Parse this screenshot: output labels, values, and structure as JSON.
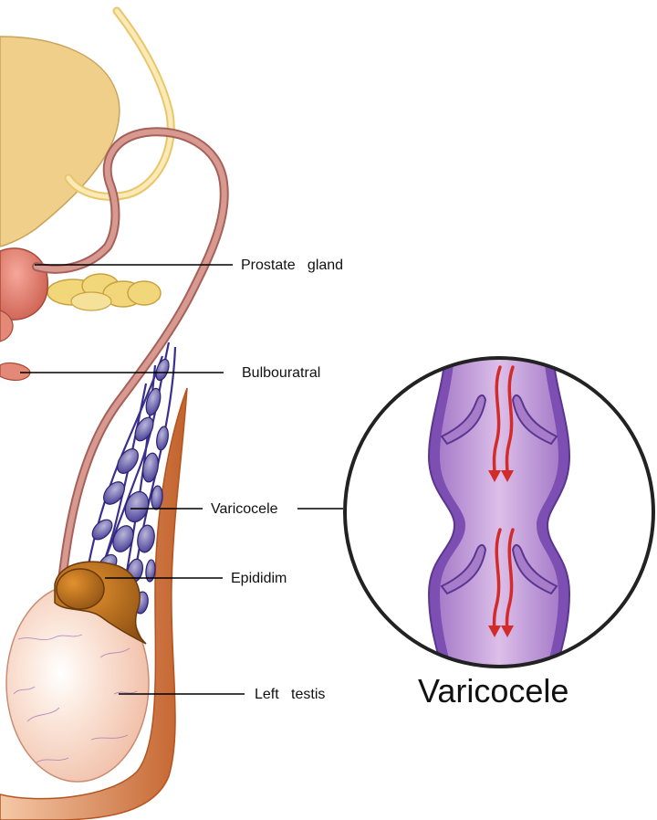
{
  "labels": {
    "prostate": "Prostate   gland",
    "bulbouratral": "Bulbouratral",
    "varicocele": "Varicocele",
    "epididim": "Epididim",
    "left_testis": "Left   testis"
  },
  "inset_title": "Varicocele",
  "colors": {
    "bladder": "#efcf8a",
    "prostate": "#e27a6a",
    "vas_deferens": "#c98378",
    "ureter": "#f6df96",
    "seminal_vesicles": "#f2d67a",
    "veins": "#3a2f8f",
    "epididymis": "#9a5a17",
    "testis": "#f8d8c8",
    "scrotum_shadow": "#c05a24",
    "vein_wall": "#7d4fb3",
    "vein_lumen": "#c9a0dc",
    "blood_flow_arrows": "#d32a2a"
  }
}
